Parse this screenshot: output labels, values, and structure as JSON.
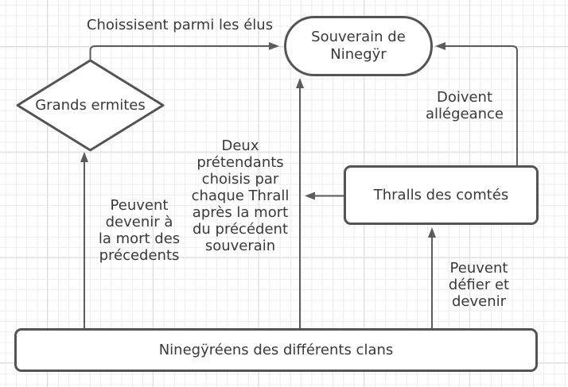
{
  "canvas": {
    "background_color": "#FFFFFF",
    "grid_minor_color": "#EDEDED",
    "grid_major_color": "#DEDEDE",
    "shape_stroke_color": "#545454",
    "edge_color": "#5C5C5C",
    "text_color": "#3A3A3A"
  },
  "nodes": {
    "souverain": {
      "shape": "stadium",
      "label": "Souverain de\nNinegÿr"
    },
    "ermites": {
      "shape": "diamond",
      "label": "Grands ermites"
    },
    "thralls": {
      "shape": "rounded-rect",
      "label": "Thralls des comtés"
    },
    "clans": {
      "shape": "rounded-rect",
      "label": "Ninegÿréens des différents clans"
    }
  },
  "edges": {
    "choissisent": {
      "from": "ermites",
      "to": "souverain",
      "label": "Choissisent parmi les élus"
    },
    "deux_pretendants": {
      "from": "clans",
      "to": "souverain",
      "label": "Deux\nprétendants\nchoisis par\nchaque Thrall\naprès la mort\ndu précédent\nsouverain"
    },
    "thralls_designent": {
      "from": "thralls",
      "to": "deux_pretendants_line",
      "label": ""
    },
    "doivent": {
      "from": "thralls",
      "to": "souverain",
      "label": "Doivent\nallégeance"
    },
    "peuvent_devenir": {
      "from": "clans",
      "to": "ermites",
      "label": "Peuvent\ndevenir à\nla mort des\nprécedents"
    },
    "peuvent_defier": {
      "from": "clans",
      "to": "thralls",
      "label": "Peuvent\ndéfier et\ndevenir"
    }
  }
}
